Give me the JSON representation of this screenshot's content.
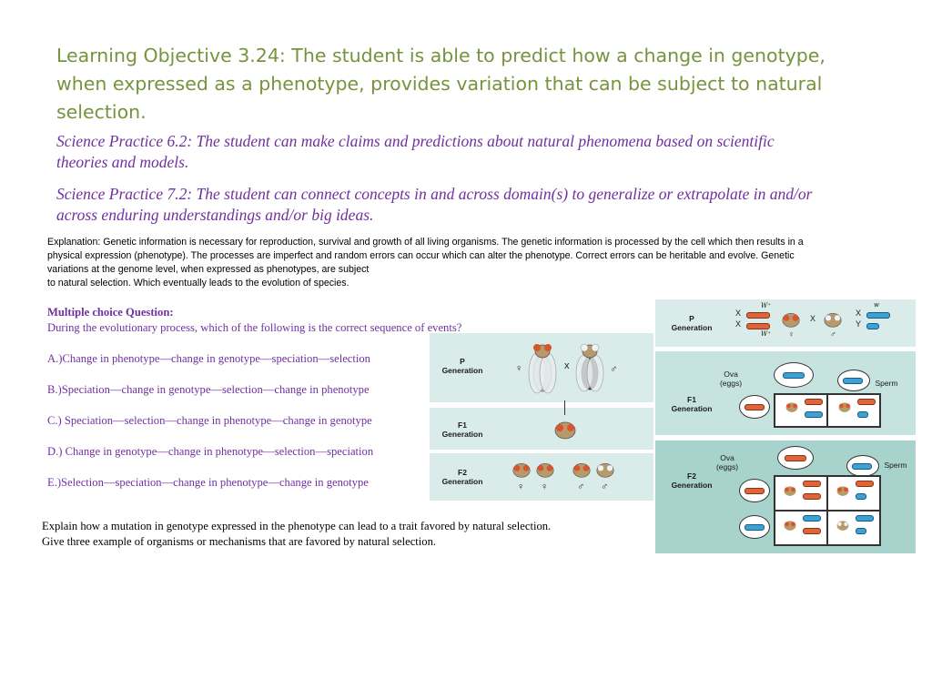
{
  "title": "Learning Objective 3.24: The student is able to predict how a change in genotype, when expressed as a phenotype, provides variation that can be subject to natural selection.",
  "science_practices": [
    "Science Practice 6.2: The student can make claims and predictions about natural phenomena based on scientific theories and models.",
    "Science Practice 7.2: The student can connect concepts in and across domain(s) to generalize or extrapolate in and/or across enduring understandings and/or big ideas."
  ],
  "explanation": {
    "line1": "Explanation: Genetic information is necessary for reproduction, survival and growth of all living organisms. The genetic information is processed by the cell which then results in a physical expression (phenotype). The processes are imperfect and random errors can occur which can alter the phenotype. Correct errors can be heritable and evolve. Genetic variations at the genome level, when expressed as phenotypes, are subject",
    "line2": "to natural selection. Which eventually leads to the evolution of species."
  },
  "mcq": {
    "heading": "Multiple choice Question:",
    "question": "During the evolutionary process, which of the following is the correct sequence of events?",
    "options": [
      "A.)Change in phenotype—change in genotype—speciation—selection",
      "B.)Speciation—change in genotype—selection—change in phenotype",
      "C.) Speciation—selection—change in phenotype—change in genotype",
      "D.) Change in genotype—change in phenotype—selection—speciation",
      "E.)Selection—speciation—change in phenotype—change in genotype"
    ]
  },
  "closing": {
    "line1": "Explain how a mutation in genotype expressed in the phenotype can lead to a trait favored by natural selection.",
    "line2": "Give three example of organisms or mechanisms that are favored by natural selection."
  },
  "figure_left": {
    "p_label": "P\nGeneration",
    "f1_label": "F1\nGeneration",
    "f2_label": "F2\nGeneration",
    "female": "♀",
    "male": "♂",
    "cross": "x"
  },
  "figure_right": {
    "p_label": "P\nGeneration",
    "f1_label": "F1\nGeneration",
    "f2_label": "F2\nGeneration",
    "ova": "Ova\n(eggs)",
    "sperm": "Sperm",
    "x": "X",
    "y": "Y",
    "w_plus": "W⁺",
    "w": "w",
    "female": "♀",
    "male": "♂",
    "cross": "X"
  },
  "colors": {
    "title": "#77933c",
    "purple": "#7030a0",
    "red_eye": "#d9542b",
    "white_eye": "#f2f2f2"
  }
}
